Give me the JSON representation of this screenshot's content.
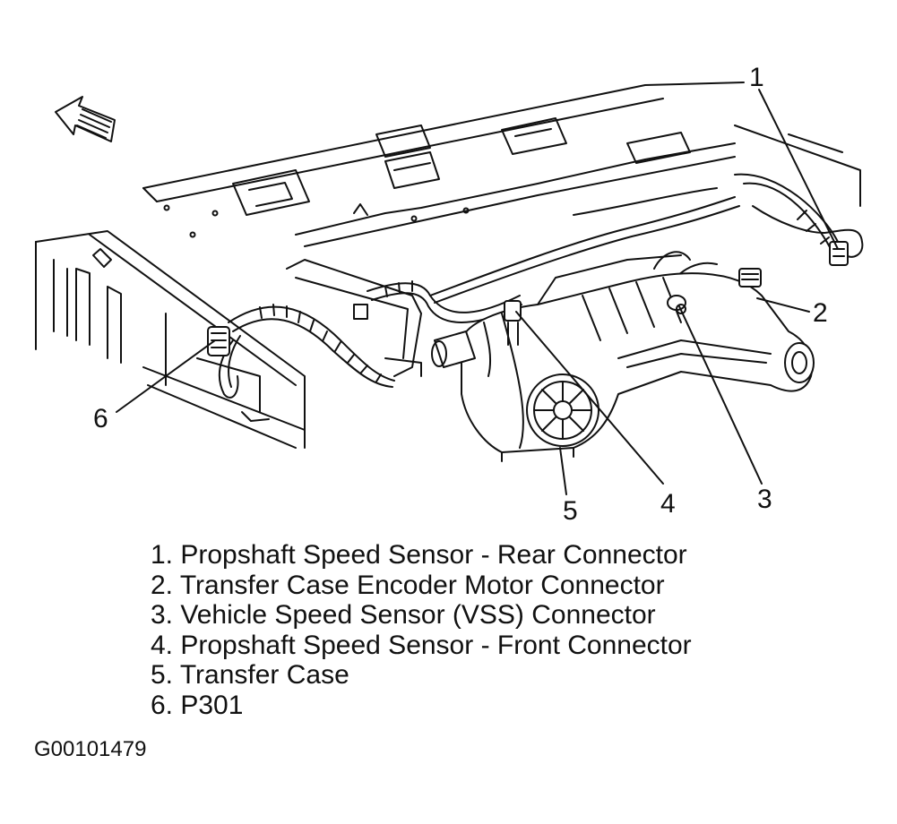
{
  "callouts": [
    {
      "number": "1",
      "label": "Propshaft Speed Sensor - Rear Connector"
    },
    {
      "number": "2",
      "label": "Transfer Case Encoder Motor Connector"
    },
    {
      "number": "3",
      "label": "Vehicle Speed Sensor (VSS) Connector"
    },
    {
      "number": "4",
      "label": "Propshaft Speed Sensor - Front Connector"
    },
    {
      "number": "5",
      "label": "Transfer Case"
    },
    {
      "number": "6",
      "label": "P301"
    }
  ],
  "legend": [
    "1. Propshaft Speed Sensor - Rear Connector",
    "2. Transfer Case Encoder Motor Connector",
    "3. Vehicle Speed Sensor (VSS) Connector",
    "4. Propshaft Speed Sensor - Front Connector",
    "5. Transfer Case",
    "6. P301"
  ],
  "figure_id": "G00101479",
  "icons": {
    "direction_arrow": "front-direction-arrow-icon"
  }
}
